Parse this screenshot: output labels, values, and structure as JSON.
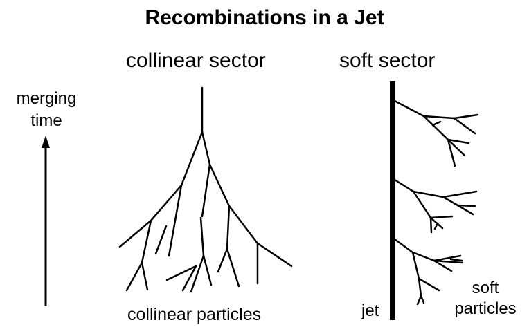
{
  "title": "Recombinations in a Jet",
  "collinear_sector": {
    "header": "collinear sector",
    "caption": "collinear particles"
  },
  "soft_sector": {
    "header": "soft sector",
    "jet_label": "jet",
    "caption_line1": "soft",
    "caption_line2": "particles"
  },
  "time_axis": {
    "label_line1": "merging",
    "label_line2": "time"
  },
  "colors": {
    "ink": "#000000",
    "background": "#ffffff"
  }
}
